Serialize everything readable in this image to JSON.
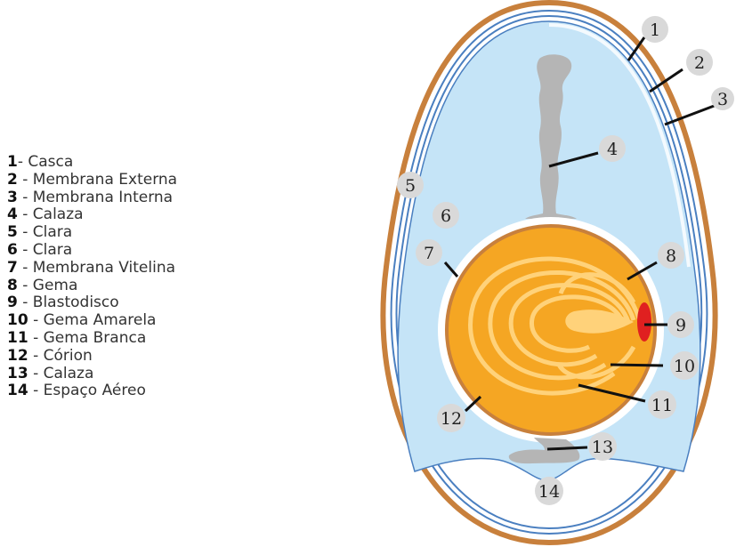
{
  "legend": [
    {
      "num": "1",
      "sep": "- ",
      "label": "Casca"
    },
    {
      "num": "2",
      "sep": " - ",
      "label": "Membrana Externa"
    },
    {
      "num": "3",
      "sep": " - ",
      "label": "Membrana Interna"
    },
    {
      "num": "4",
      "sep": " - ",
      "label": "Calaza"
    },
    {
      "num": "5",
      "sep": " - ",
      "label": "Clara"
    },
    {
      "num": "6",
      "sep": " - ",
      "label": "Clara"
    },
    {
      "num": "7",
      "sep": " - ",
      "label": "Membrana Vitelina"
    },
    {
      "num": "8",
      "sep": " - ",
      "label": "Gema"
    },
    {
      "num": "9",
      "sep": " - ",
      "label": "Blastodisco"
    },
    {
      "num": "10",
      "sep": " - ",
      "label": "Gema Amarela"
    },
    {
      "num": "11",
      "sep": " - ",
      "label": "Gema Branca"
    },
    {
      "num": "12",
      "sep": " - ",
      "label": "Córion"
    },
    {
      "num": "13",
      "sep": " - ",
      "label": "Calaza"
    },
    {
      "num": "14",
      "sep": " - ",
      "label": "Espaço Aéreo"
    }
  ],
  "badges": {
    "b1": "1",
    "b2": "2",
    "b3": "3",
    "b4": "4",
    "b5": "5",
    "b6": "6",
    "b7": "7",
    "b8": "8",
    "b9": "9",
    "b10": "10",
    "b11": "11",
    "b12": "12",
    "b13": "13",
    "b14": "14"
  },
  "colors": {
    "shell": "#c8803c",
    "membrane": "#4a7fc0",
    "albumen": "#c5e4f7",
    "yolk": "#f5a623",
    "blastodisc": "#e02020",
    "calaza": "#b5b5b5"
  }
}
